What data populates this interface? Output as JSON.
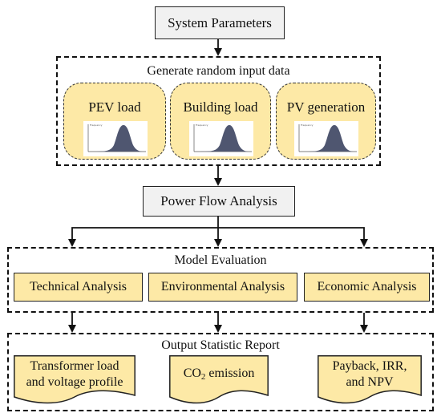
{
  "system_parameters": "System Parameters",
  "generate_group": {
    "title": "Generate random input data",
    "cards": [
      {
        "title": "PEV load",
        "mini_chart": {
          "ylabel": "Frequency"
        }
      },
      {
        "title": "Building load",
        "mini_chart": {
          "ylabel": "Frequency"
        }
      },
      {
        "title": "PV generation",
        "mini_chart": {
          "ylabel": "Frequency"
        }
      }
    ]
  },
  "power_flow": "Power Flow Analysis",
  "model_evaluation": {
    "title": "Model Evaluation",
    "analyses": [
      "Technical Analysis",
      "Environmental Analysis",
      "Economic Analysis"
    ]
  },
  "output_report": {
    "title": "Output Statistic Report",
    "outputs": [
      {
        "line1": "Transformer load",
        "line2": "and voltage profile"
      },
      {
        "prefix": "CO",
        "subscript": "2",
        "suffix": " emission"
      },
      {
        "line1": "Payback, IRR,",
        "line2": "and NPV"
      }
    ]
  },
  "colors": {
    "accent_fill": "#fde9a6",
    "box_fill": "#f1f1f1",
    "distribution": "#4f5670"
  }
}
